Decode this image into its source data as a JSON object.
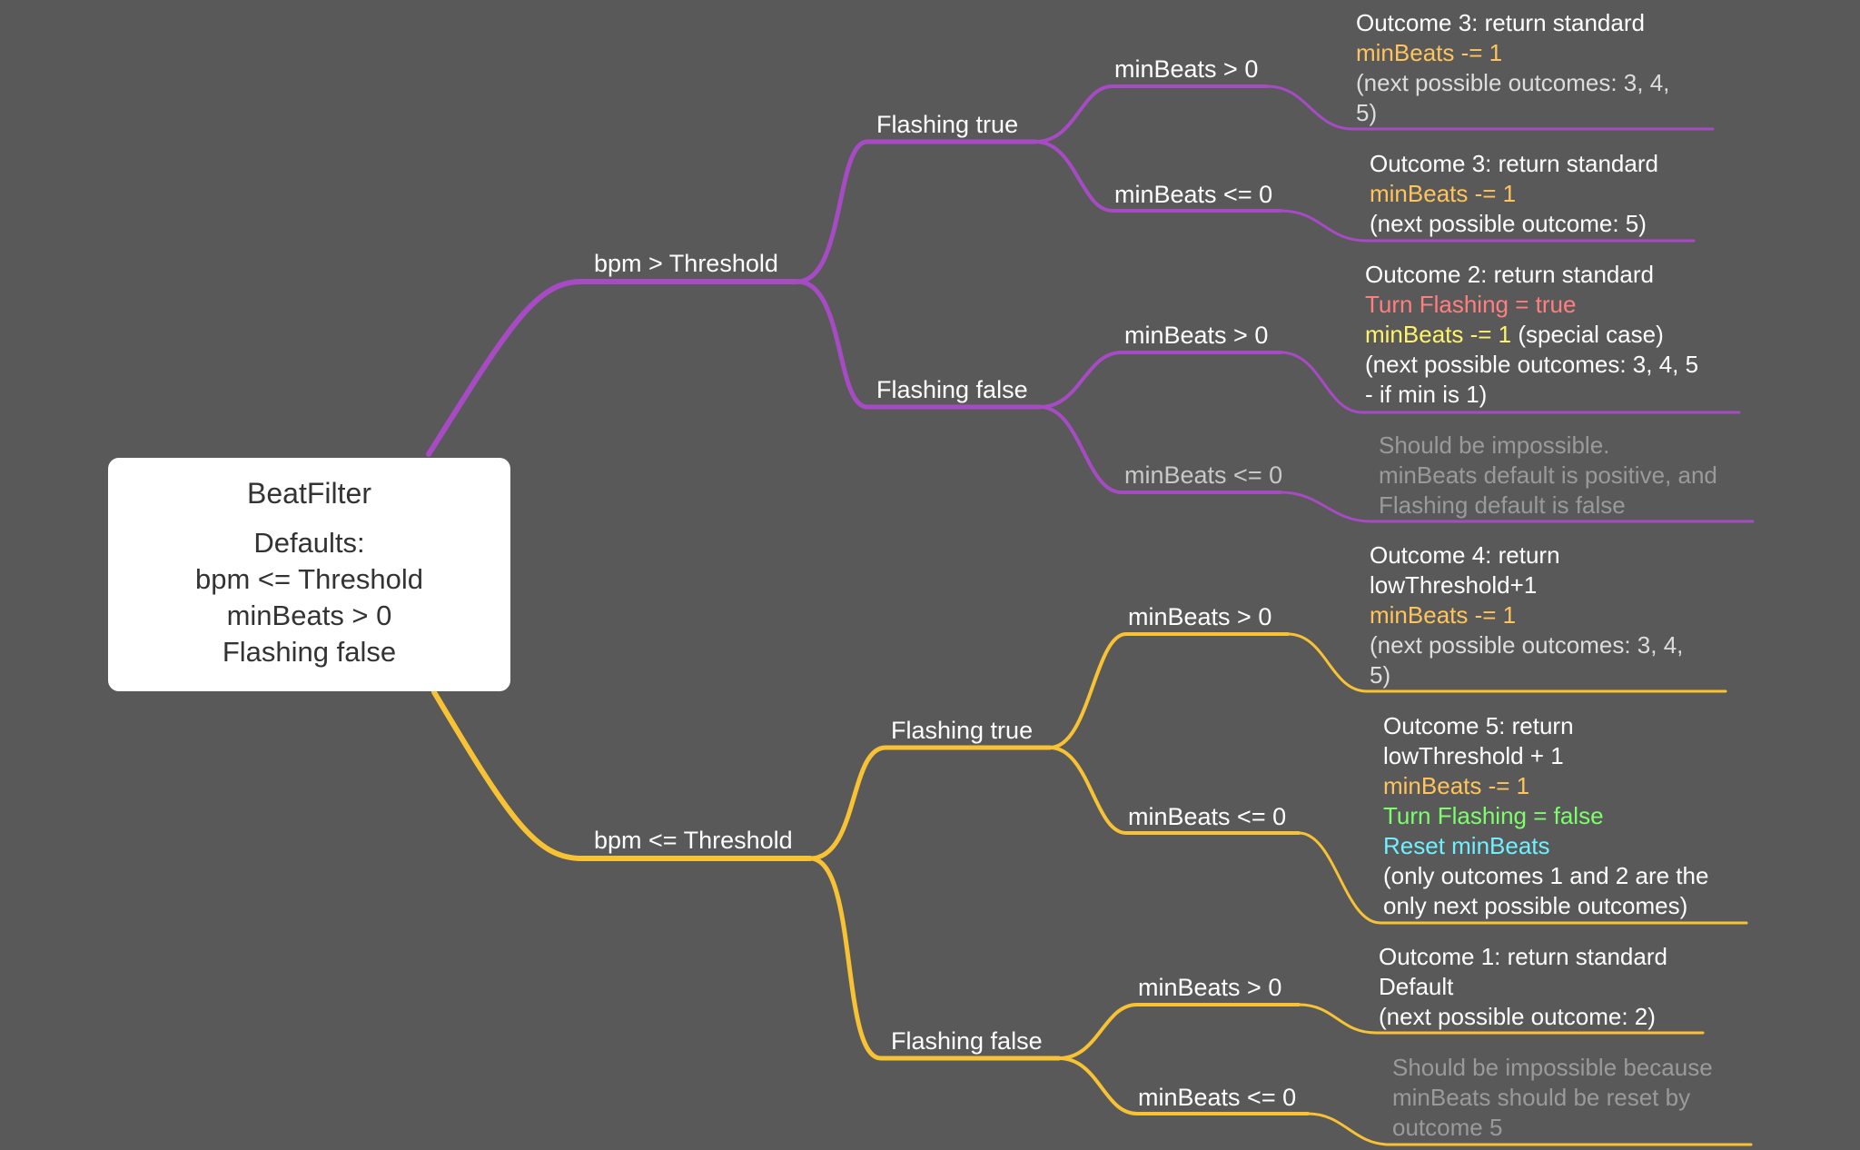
{
  "colors": {
    "background": "#595959",
    "branch_upper": "#a64bc3",
    "branch_lower": "#f7c233",
    "text": "#ffffff",
    "muted": "#9a9a9a",
    "decrement": "#ffc45c",
    "turn_on": "#ff7f7f",
    "special_decrement": "#fff36a",
    "turn_off": "#7cff6b",
    "reset": "#6ff0ff"
  },
  "root": {
    "title": "BeatFilter",
    "defaults": [
      "Defaults:",
      "bpm <= Threshold",
      "minBeats > 0",
      "Flashing false"
    ]
  },
  "branches": {
    "upper": {
      "label": "bpm > Threshold",
      "flashing_true": {
        "label": "Flashing true",
        "pos": {
          "label": "minBeats > 0",
          "outcome": [
            "Outcome 3:  return standard",
            "minBeats -= 1",
            "(next possible outcomes:  3, 4,",
            "5)"
          ]
        },
        "nonpos": {
          "label": "minBeats <= 0",
          "outcome": [
            "Outcome 3:  return standard",
            "minBeats -= 1",
            "(next possible outcome:  5)"
          ]
        }
      },
      "flashing_false": {
        "label": "Flashing false",
        "pos": {
          "label": "minBeats > 0",
          "outcome": [
            "Outcome 2:  return standard",
            "Turn Flashing = true",
            "minBeats -= 1",
            " (special case)",
            "(next possible outcomes:  3, 4, 5",
            "- if min is 1)"
          ]
        },
        "nonpos": {
          "label": "minBeats <= 0",
          "outcome": [
            "Should be impossible.",
            "minBeats default is positive, and",
            "Flashing default is false"
          ]
        }
      }
    },
    "lower": {
      "label": "bpm <= Threshold",
      "flashing_true": {
        "label": "Flashing true",
        "pos": {
          "label": "minBeats > 0",
          "outcome": [
            "Outcome 4:  return",
            "lowThreshold+1",
            "minBeats -= 1",
            "(next possible outcomes:  3, 4,",
            "5)"
          ]
        },
        "nonpos": {
          "label": "minBeats <= 0",
          "outcome": [
            "Outcome 5:  return",
            "lowThreshold + 1",
            "minBeats -= 1",
            "Turn Flashing = false",
            "Reset minBeats",
            "(only outcomes 1 and 2 are the",
            "only next possible outcomes)"
          ]
        }
      },
      "flashing_false": {
        "label": "Flashing false",
        "pos": {
          "label": "minBeats > 0",
          "outcome": [
            "Outcome 1:  return standard",
            "Default",
            "(next possible outcome:  2)"
          ]
        },
        "nonpos": {
          "label": "minBeats <= 0",
          "outcome": [
            "Should be impossible because",
            "minBeats should be reset by",
            "outcome 5"
          ]
        }
      }
    }
  }
}
